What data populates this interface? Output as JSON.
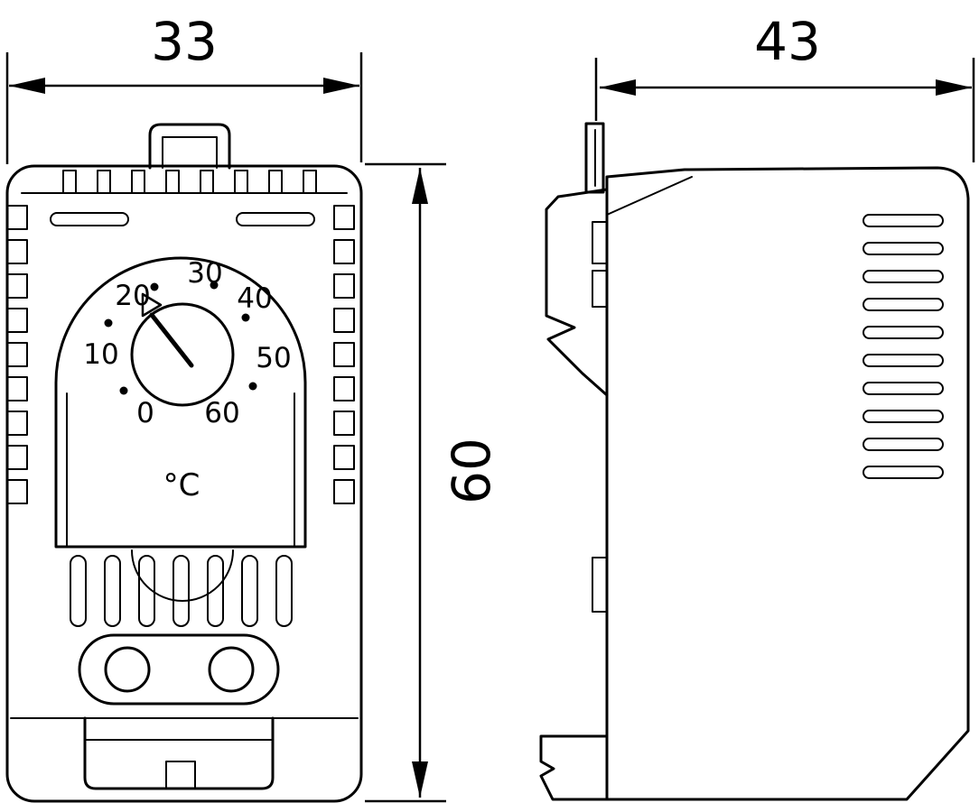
{
  "drawing": {
    "colors": {
      "ink": "#000000",
      "background": "#ffffff"
    },
    "dimensions": {
      "front_width": "33",
      "side_depth": "43",
      "height": "60"
    },
    "dial": {
      "unit": "°C",
      "scale": [
        "0",
        "10",
        "20",
        "30",
        "40",
        "50",
        "60"
      ]
    }
  }
}
